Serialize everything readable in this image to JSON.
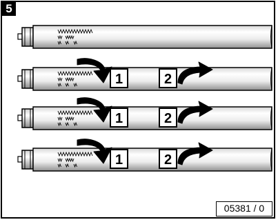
{
  "step_label": "5",
  "figure_ref": "05381 / 0",
  "callouts": [
    "1",
    "2"
  ],
  "tubes": [
    {
      "id": "tube-1",
      "has_arrows": false
    },
    {
      "id": "tube-2",
      "has_arrows": true
    },
    {
      "id": "tube-3",
      "has_arrows": true
    },
    {
      "id": "tube-4",
      "has_arrows": true
    }
  ],
  "colors": {
    "outline": "#000000",
    "tube_light": "#ffffff",
    "tube_shade": "#9a9a9a",
    "background": "#ffffff"
  }
}
